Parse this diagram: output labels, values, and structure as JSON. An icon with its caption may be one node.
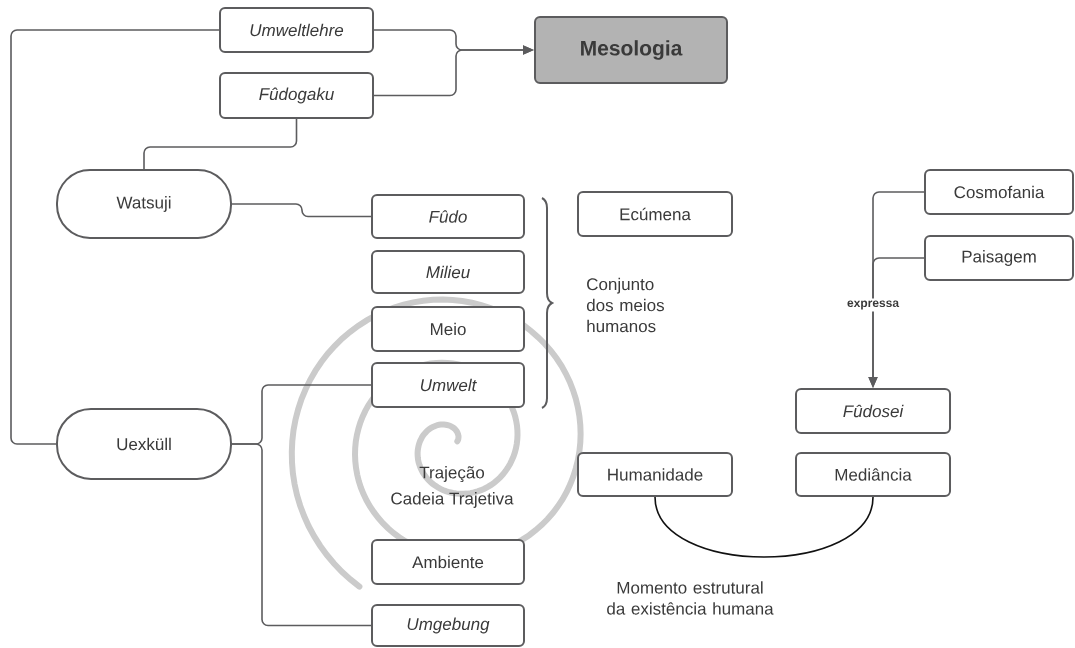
{
  "diagram": {
    "nodes": [
      {
        "text": [
          "Umweltlehre"
        ]
      },
      {
        "text": [
          "Mesologia"
        ]
      },
      {
        "text": [
          "Fûdogaku"
        ]
      },
      {
        "text": [
          "Watsuji"
        ]
      },
      {
        "text": [
          "Fûdo"
        ]
      },
      {
        "text": [
          "Ecúmena"
        ]
      },
      {
        "text": [
          "Cosmofania"
        ]
      },
      {
        "text": [
          "Milieu"
        ]
      },
      {
        "text": [
          "Paisagem"
        ]
      },
      {
        "text": [
          "Meio"
        ]
      },
      {
        "text": [
          "Umwelt"
        ]
      },
      {
        "text": [
          "Fûdosei"
        ]
      },
      {
        "text": [
          "Uexküll"
        ]
      },
      {
        "text": [
          "Humanidade"
        ]
      },
      {
        "text": [
          "Mediância"
        ]
      },
      {
        "text": [
          "Ambiente"
        ]
      },
      {
        "text": [
          "Umgebung"
        ]
      }
    ],
    "edges": [
      {
        "from": 0,
        "to": 1,
        "arrow": "to"
      },
      {
        "from": 2,
        "to": 1,
        "arrow": "to"
      },
      {
        "from": 2,
        "to": 3,
        "arrow": "none"
      },
      {
        "from": 3,
        "to": 4,
        "arrow": "none"
      },
      {
        "from": 0,
        "to": 12,
        "arrow": "none"
      },
      {
        "from": 12,
        "to": 10,
        "arrow": "none"
      },
      {
        "from": 12,
        "to": 16,
        "arrow": "none"
      },
      {
        "from": 6,
        "to": 11,
        "arrow": "to",
        "label": "expressa"
      },
      {
        "from": 8,
        "to": 11,
        "arrow": "to"
      },
      {
        "from": 14,
        "to": 13,
        "arrow": "none",
        "label": "Momento estrutural da existência humana",
        "color": "#111111"
      }
    ],
    "labels": [
      "Conjunto dos meios humanos",
      "Trajeção",
      "Cadeia Trajetiva"
    ]
  }
}
